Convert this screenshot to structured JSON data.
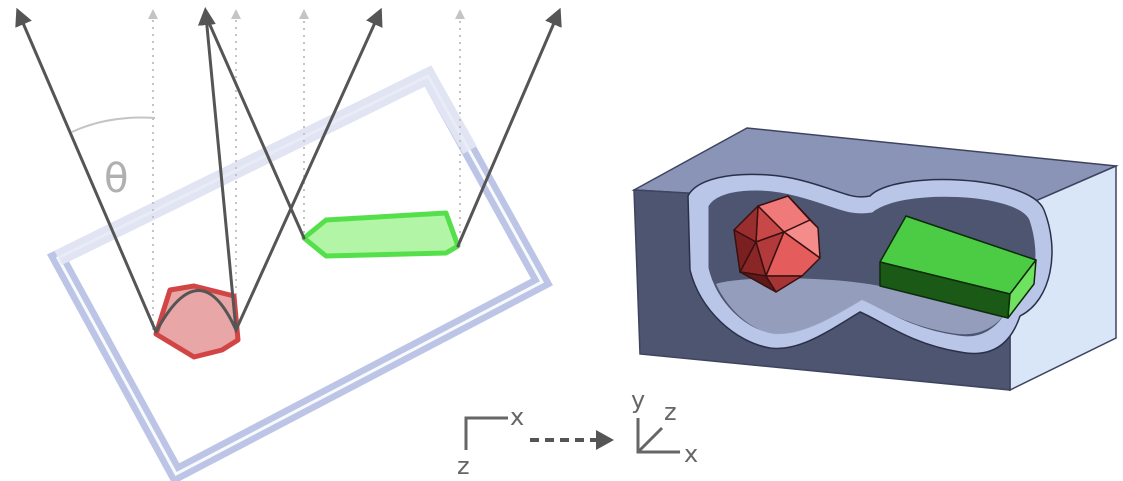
{
  "left_panel": {
    "angle_label": "θ",
    "colors": {
      "frame": "#b9c2e6",
      "frame_faded": "#e6e9f5",
      "ray": "#555555",
      "ray_ghost": "#c4c4c4",
      "red_object": "#e8a6a6",
      "red_outline": "#d24545",
      "green_object": "#b2f5a6",
      "green_outline": "#55e04b"
    }
  },
  "axes": {
    "left": {
      "horizontal": "x",
      "vertical": "z"
    },
    "right": {
      "up": "y",
      "depth": "z",
      "right": "x"
    },
    "arrow": "dashed-arrow-right"
  },
  "right_panel": {
    "colors": {
      "block_top": "#8a94b6",
      "block_front": "#4e5570",
      "block_side": "#d9e6f8",
      "cavity_wall": "#b9c6e8",
      "cavity_floor": "#9ca6c4",
      "icosahedron": "#e25a5a",
      "box_top": "#4ccc44",
      "box_front": "#1b5a16",
      "box_side": "#6fe260"
    }
  }
}
